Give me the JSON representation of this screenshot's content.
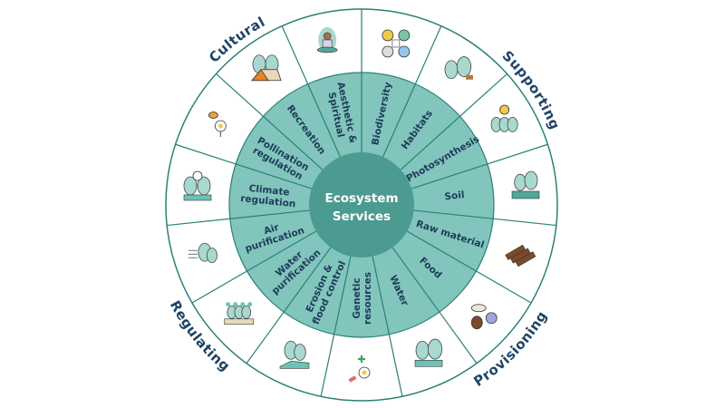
{
  "center": {
    "lines": [
      "Ecosystem",
      "Services"
    ]
  },
  "colors": {
    "inner": "#4c9b91",
    "ring": "#82c5bc",
    "line": "#2a8077",
    "text": "#1d3b5a",
    "category": "#1d4466"
  },
  "segments": [
    {
      "lines": [
        "Biodiversity"
      ],
      "icon": "biodiversity-icon"
    },
    {
      "lines": [
        "Habitats"
      ],
      "icon": "habitat-deer-icon"
    },
    {
      "lines": [
        "Photosynthesis"
      ],
      "icon": "sun-trees-icon"
    },
    {
      "lines": [
        "Soil"
      ],
      "icon": "soil-icon"
    },
    {
      "lines": [
        "Raw material"
      ],
      "icon": "logs-icon"
    },
    {
      "lines": [
        "Food"
      ],
      "icon": "mushroom-berries-icon"
    },
    {
      "lines": [
        "Water"
      ],
      "icon": "water-trees-icon"
    },
    {
      "lines": [
        "Genetic",
        "resources"
      ],
      "icon": "dna-flower-icon"
    },
    {
      "lines": [
        "Erosion &",
        "flood control"
      ],
      "icon": "erosion-icon"
    },
    {
      "lines": [
        "Water",
        "purification"
      ],
      "icon": "water-drops-icon"
    },
    {
      "lines": [
        "Air",
        "purification"
      ],
      "icon": "wind-trees-icon"
    },
    {
      "lines": [
        "Climate",
        "regulation"
      ],
      "icon": "co2-trees-icon"
    },
    {
      "lines": [
        "Pollination",
        "regulation"
      ],
      "icon": "bee-flower-icon"
    },
    {
      "lines": [
        "Recreation"
      ],
      "icon": "tent-icon"
    },
    {
      "lines": [
        "Aesthetic &",
        "Spiritual"
      ],
      "icon": "meditation-icon"
    }
  ],
  "categories": [
    {
      "label": "Cultural"
    },
    {
      "label": "Supporting"
    },
    {
      "label": "Provisioning"
    },
    {
      "label": "Regulating"
    }
  ]
}
